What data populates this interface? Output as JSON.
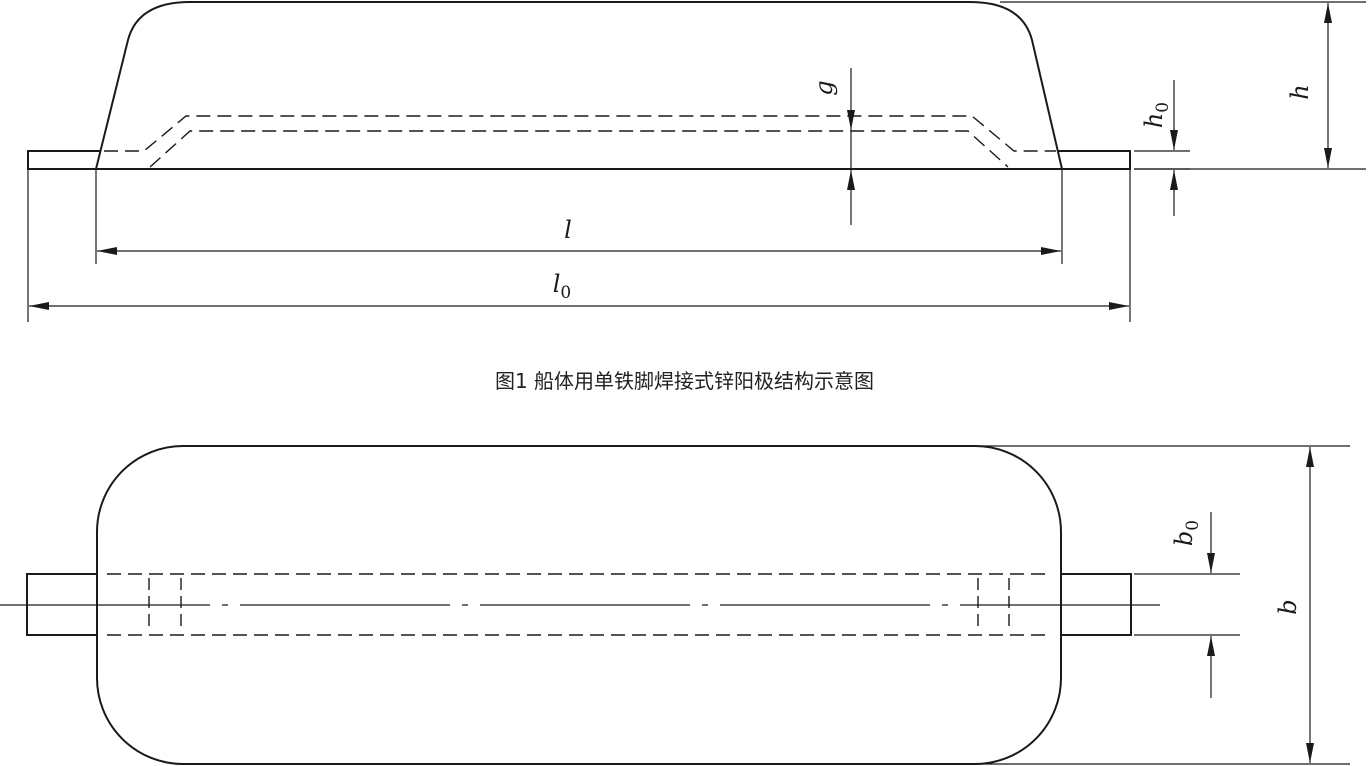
{
  "figure": {
    "caption": "图1 船体用单铁脚焊接式锌阳极结构示意图"
  },
  "side_view": {
    "dimensions": {
      "g": "g",
      "h0_main": "h",
      "h0_sub": "0",
      "h": "h",
      "l": "l",
      "l0_main": "l",
      "l0_sub": "0"
    }
  },
  "top_view": {
    "dimensions": {
      "b0_main": "b",
      "b0_sub": "0",
      "b": "b"
    }
  }
}
